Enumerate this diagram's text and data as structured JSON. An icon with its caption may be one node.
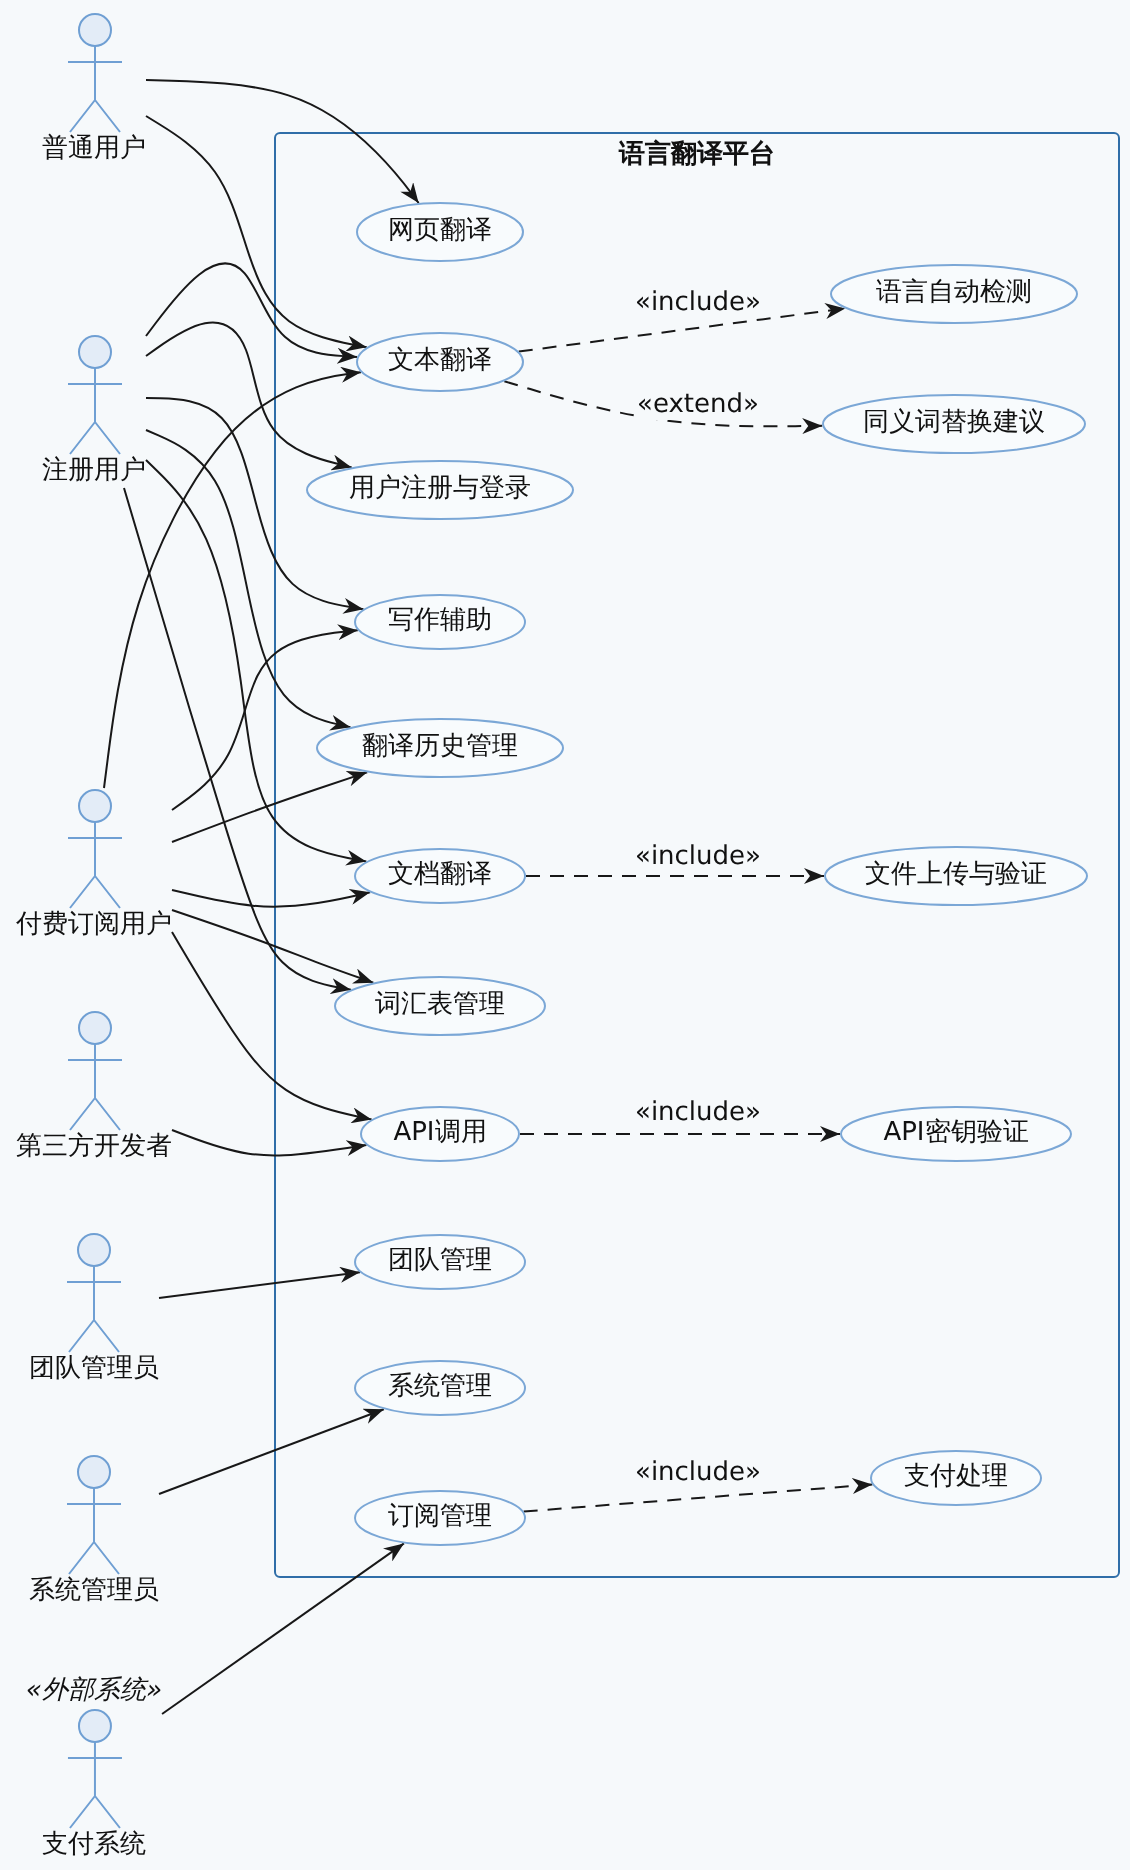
{
  "diagram": {
    "nodes": [
      {
        "text": [
          "普通用户"
        ]
      },
      {
        "text": [
          "注册用户"
        ]
      },
      {
        "text": [
          "付费订阅用户"
        ]
      },
      {
        "text": [
          "第三方开发者"
        ]
      },
      {
        "text": [
          "团队管理员"
        ]
      },
      {
        "text": [
          "系统管理员"
        ]
      },
      {
        "text": [
          "«外部系统»",
          "支付系统"
        ]
      },
      {
        "text": [
          "语言翻译平台"
        ]
      },
      {
        "text": [
          "网页翻译"
        ],
        "in": 7
      },
      {
        "text": [
          "文本翻译"
        ],
        "in": 7
      },
      {
        "text": [
          "语言自动检测"
        ],
        "in": 7
      },
      {
        "text": [
          "同义词替换建议"
        ],
        "in": 7
      },
      {
        "text": [
          "用户注册与登录"
        ],
        "in": 7
      },
      {
        "text": [
          "写作辅助"
        ],
        "in": 7
      },
      {
        "text": [
          "翻译历史管理"
        ],
        "in": 7
      },
      {
        "text": [
          "文档翻译"
        ],
        "in": 7
      },
      {
        "text": [
          "文件上传与验证"
        ],
        "in": 7
      },
      {
        "text": [
          "词汇表管理"
        ],
        "in": 7
      },
      {
        "text": [
          "API调用"
        ],
        "in": 7
      },
      {
        "text": [
          "API密钥验证"
        ],
        "in": 7
      },
      {
        "text": [
          "团队管理"
        ],
        "in": 7
      },
      {
        "text": [
          "系统管理"
        ],
        "in": 7
      },
      {
        "text": [
          "订阅管理"
        ],
        "in": 7
      },
      {
        "text": [
          "支付处理"
        ],
        "in": 7
      }
    ],
    "edges": [
      {
        "from": 0,
        "to": 8,
        "arrow": "to"
      },
      {
        "from": 0,
        "to": 9,
        "arrow": "to"
      },
      {
        "from": 1,
        "to": 9,
        "arrow": "to"
      },
      {
        "from": 1,
        "to": 12,
        "arrow": "to"
      },
      {
        "from": 1,
        "to": 13,
        "arrow": "to"
      },
      {
        "from": 1,
        "to": 14,
        "arrow": "to"
      },
      {
        "from": 1,
        "to": 15,
        "arrow": "to"
      },
      {
        "from": 1,
        "to": 17,
        "arrow": "to"
      },
      {
        "from": 2,
        "to": 9,
        "arrow": "to"
      },
      {
        "from": 2,
        "to": 13,
        "arrow": "to"
      },
      {
        "from": 2,
        "to": 14,
        "arrow": "to"
      },
      {
        "from": 2,
        "to": 15,
        "arrow": "to"
      },
      {
        "from": 2,
        "to": 17,
        "arrow": "to"
      },
      {
        "from": 2,
        "to": 18,
        "arrow": "to"
      },
      {
        "from": 3,
        "to": 18,
        "arrow": "to"
      },
      {
        "from": 4,
        "to": 20,
        "arrow": "to"
      },
      {
        "from": 5,
        "to": 21,
        "arrow": "to"
      },
      {
        "from": 6,
        "to": 22,
        "arrow": "to"
      },
      {
        "from": 9,
        "to": 10,
        "arrow": "to",
        "style": "dashed",
        "label": "«include»"
      },
      {
        "from": 9,
        "to": 11,
        "arrow": "to",
        "style": "dashed",
        "label": "«extend»"
      },
      {
        "from": 15,
        "to": 16,
        "arrow": "to",
        "style": "dashed",
        "label": "«include»"
      },
      {
        "from": 18,
        "to": 19,
        "arrow": "to",
        "style": "dashed",
        "label": "«include»"
      },
      {
        "from": 22,
        "to": 23,
        "arrow": "to",
        "style": "dashed",
        "label": "«include»"
      }
    ]
  }
}
